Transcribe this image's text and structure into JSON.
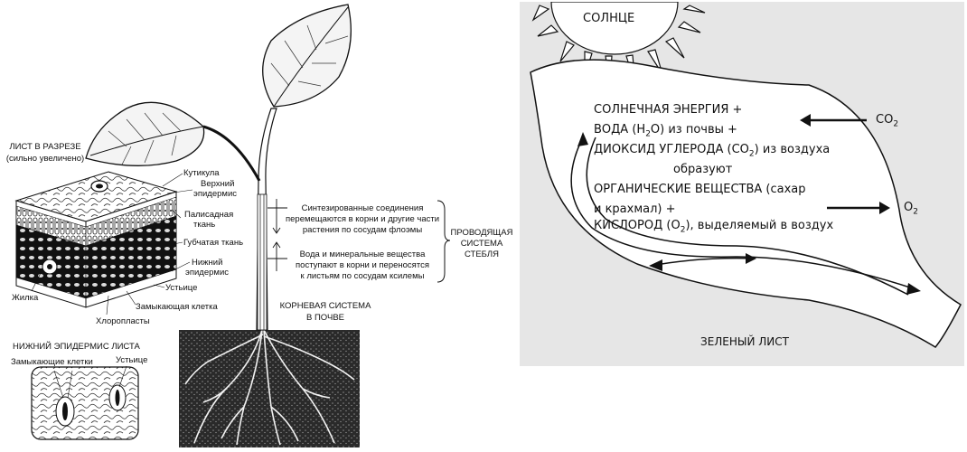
{
  "plant": {
    "leaf_section_title": "ЛИСТ В РАЗРЕЗЕ",
    "leaf_section_subtitle": "(сильно увеличено)",
    "layers": {
      "cuticle": "Кутикула",
      "upper_epidermis_1": "Верхний",
      "upper_epidermis_2": "эпидермис",
      "palisade_1": "Палисадная",
      "palisade_2": "ткань",
      "spongy": "Губчатая ткань",
      "lower_epidermis_1": "Нижний",
      "lower_epidermis_2": "эпидермис",
      "stoma": "Устьице",
      "guard_cell": "Замыкающая клетка",
      "vein": "Жилка",
      "chloroplasts": "Хлоропласты"
    },
    "lower_epidermis_title": "НИЖНИЙ ЭПИДЕРМИС ЛИСТА",
    "guard_cells": "Замыкающие клетки",
    "stoma2": "Устьице",
    "phloem_1": "Синтезированные соединения",
    "phloem_2": "перемещаются в корни и другие части",
    "phloem_3": "растения по сосудам флоэмы",
    "xylem_1": "Вода и минеральные вещества",
    "xylem_2": "поступают в корни и переносятся",
    "xylem_3": "к листьям по сосудам ксилемы",
    "conducting_1": "ПРОВОДЯЩАЯ",
    "conducting_2": "СИСТЕМА",
    "conducting_3": "СТЕБЛЯ",
    "root_1": "КОРНЕВАЯ СИСТЕМА",
    "root_2": "В ПОЧВЕ"
  },
  "photosynthesis": {
    "sun": "СОЛНЦЕ",
    "line1": "СОЛНЕЧНАЯ ЭНЕРГИЯ +",
    "line2_a": "ВОДА (H",
    "line2_sub": "2",
    "line2_b": "O) из почвы +",
    "line3_a": "ДИОКСИД УГЛЕРОДА (CO",
    "line3_sub": "2",
    "line3_b": ") из воздуха",
    "line4": "образуют",
    "line5": "ОРГАНИЧЕСКИЕ ВЕЩЕСТВА (сахар",
    "line6": "и крахмал) +",
    "line7_a": "КИСЛОРОД (O",
    "line7_sub": "2",
    "line7_b": "), выделяемый в воздух",
    "co2_a": "CO",
    "co2_sub": "2",
    "o2_a": "O",
    "o2_sub": "2",
    "leaf_label": "ЗЕЛЕНЫЙ ЛИСТ"
  }
}
